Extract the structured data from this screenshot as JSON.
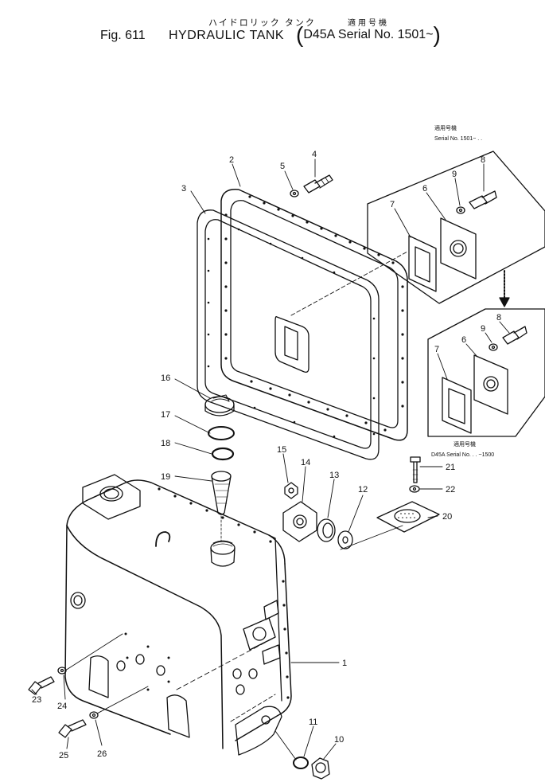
{
  "header": {
    "jp_title": "ハイドロリック タンク",
    "jp_serial": "適用号機",
    "fig_label": "Fig. 611",
    "title": "HYDRAULIC TANK",
    "serial_open": "(",
    "serial_text": "D45A Serial No. 1501~",
    "serial_close": ")"
  },
  "callouts": {
    "c1": "1",
    "c2": "2",
    "c3": "3",
    "c4": "4",
    "c5": "5",
    "c6a": "6",
    "c7a": "7",
    "c8a": "8",
    "c9a": "9",
    "c6b": "6",
    "c7b": "7",
    "c8b": "8",
    "c9b": "9",
    "c10": "10",
    "c11": "11",
    "c12": "12",
    "c13": "13",
    "c14": "14",
    "c15": "15",
    "c16": "16",
    "c17": "17",
    "c18": "18",
    "c19": "19",
    "c20": "20",
    "c21": "21",
    "c22": "22",
    "c23": "23",
    "c24": "24",
    "c25": "25",
    "c26": "26"
  },
  "notes": {
    "upper_jp": "適用号機",
    "upper_serial": "Serial No. 1501~ . .",
    "lower_jp": "適用号機",
    "lower_serial": "D45A Serial No. . . ~1500"
  },
  "colors": {
    "ink": "#111111",
    "paper": "#ffffff"
  }
}
